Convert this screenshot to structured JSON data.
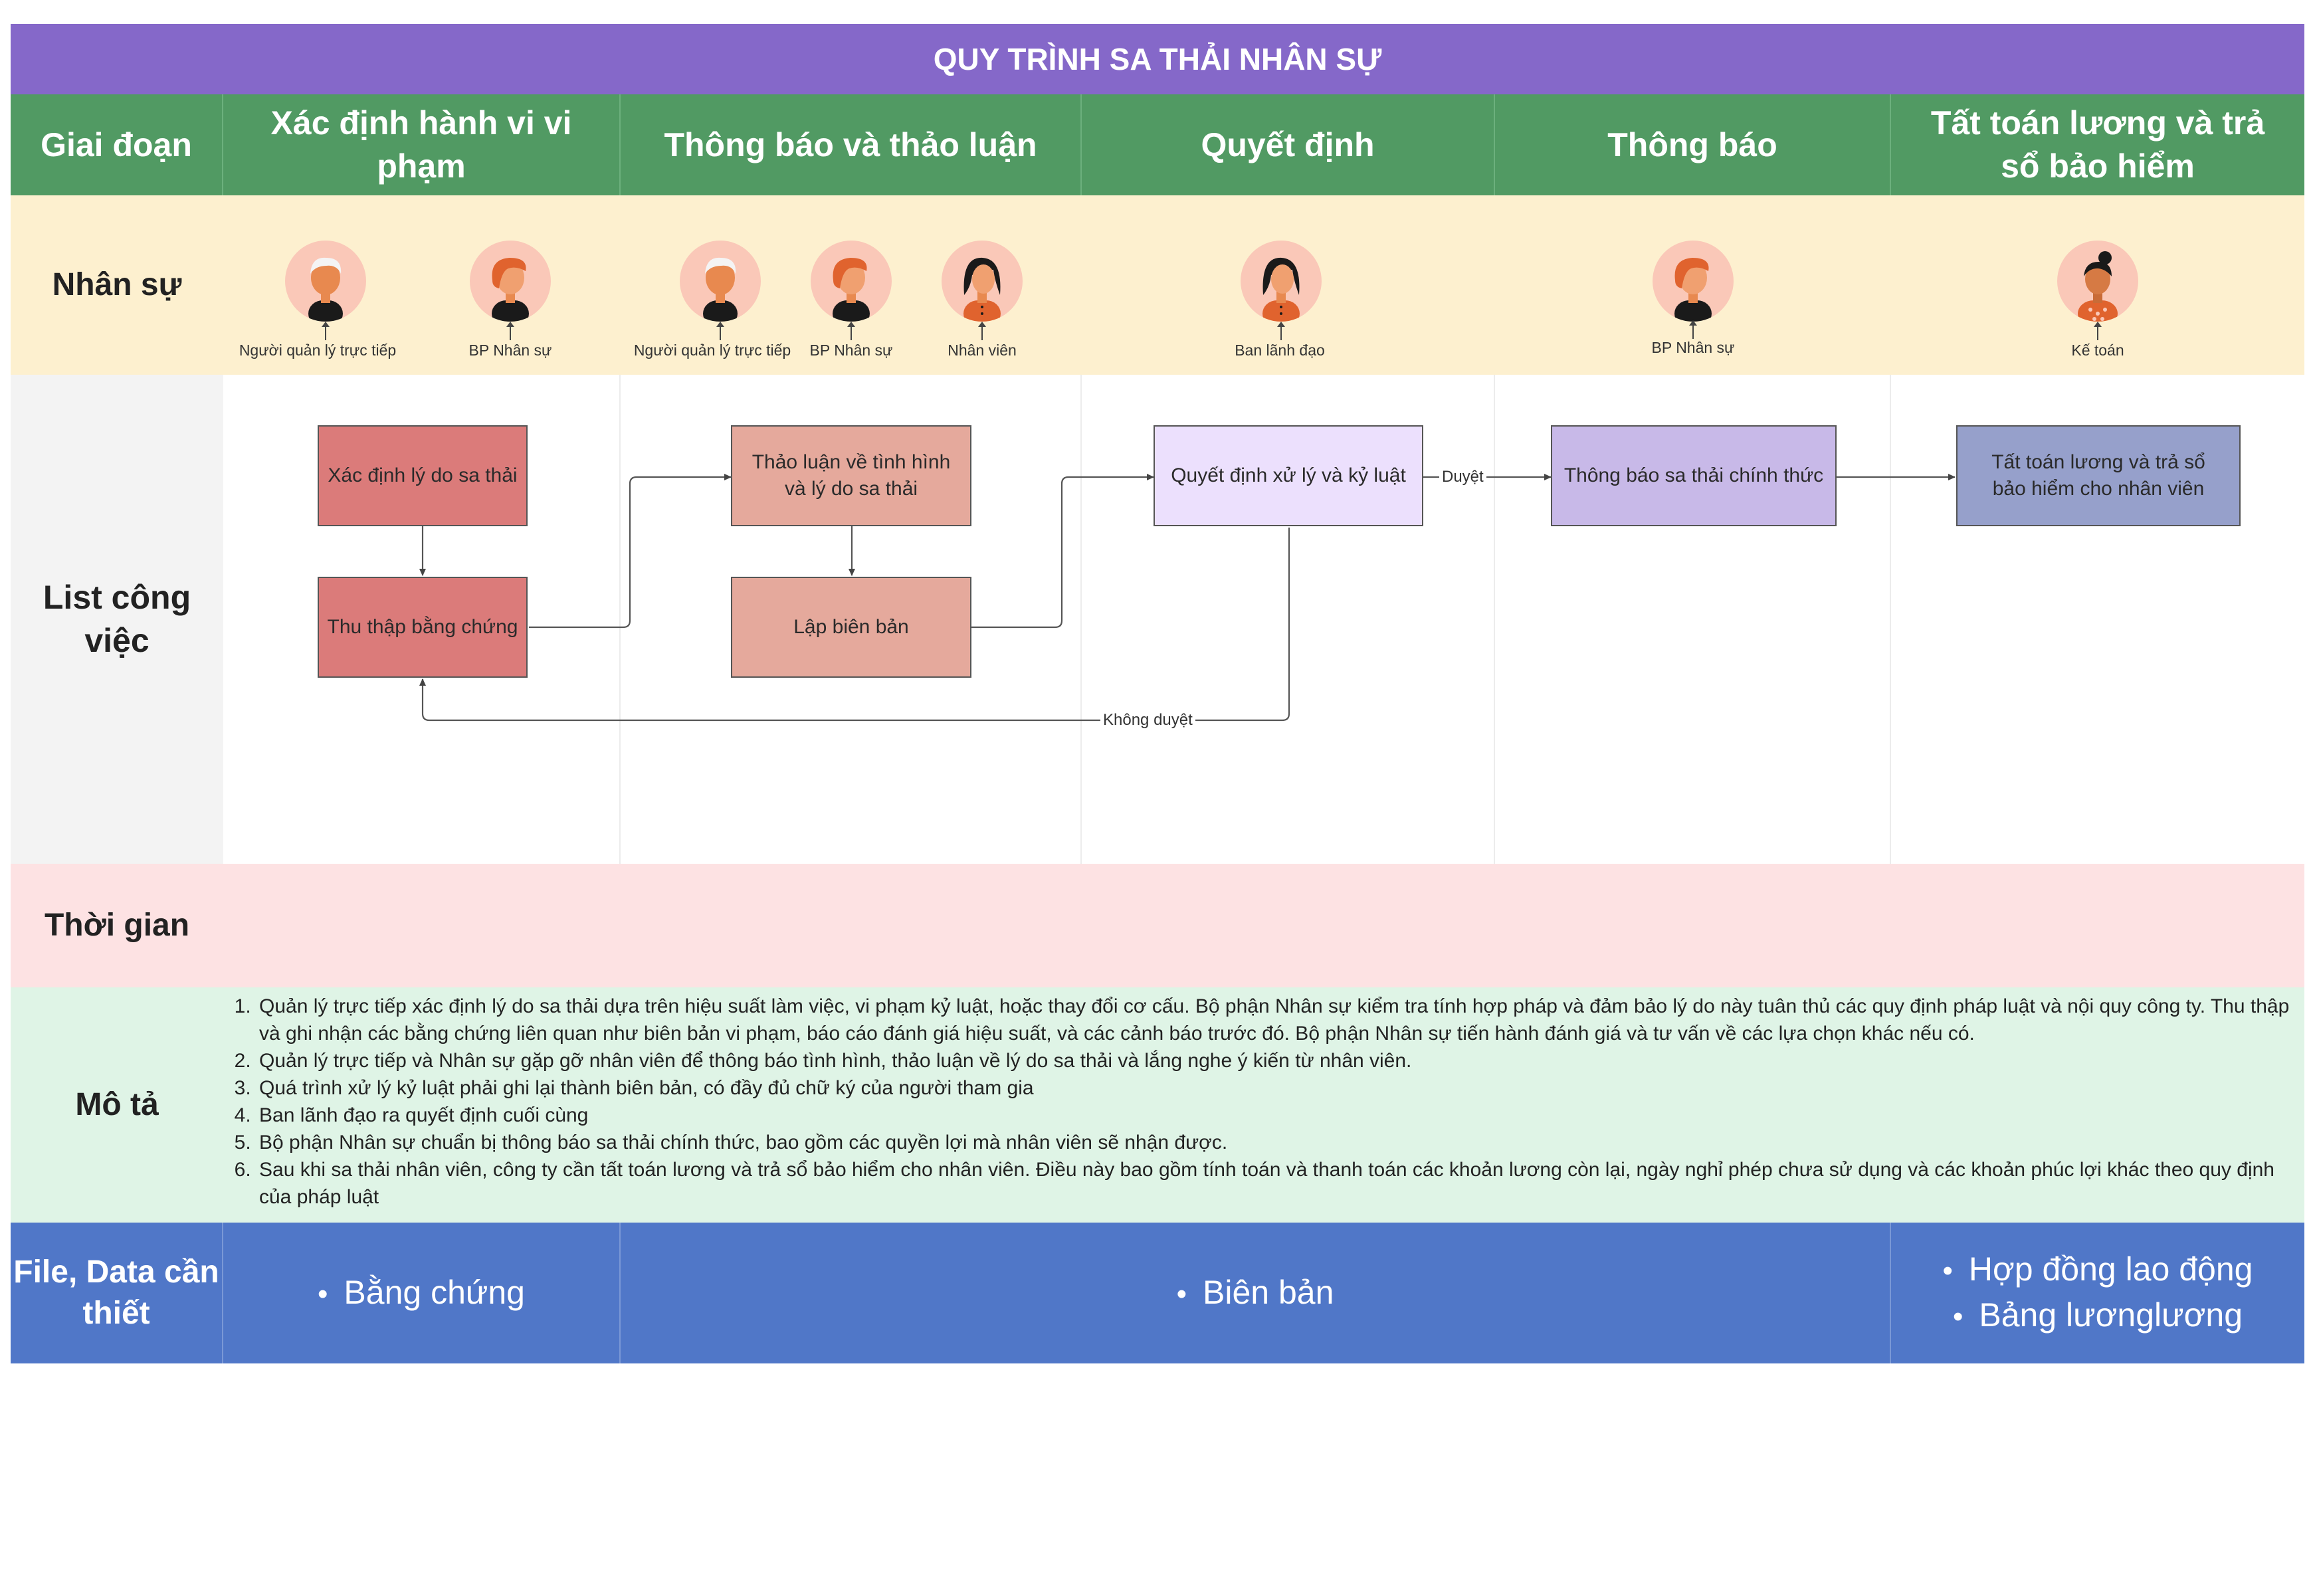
{
  "title": "QUY TRÌNH SA THẢI NHÂN SỰ",
  "colors": {
    "title_bg": "#8568c9",
    "header_bg": "#519a63",
    "staff_bg": "#fdf0cf",
    "time_bg": "#fde2e3",
    "desc_bg": "#dff4e6",
    "file_bg": "#5077c8"
  },
  "row_labels": {
    "stage": "Giai đoạn",
    "staff": "Nhân sự",
    "tasks": "List công việc",
    "time": "Thời gian",
    "description": "Mô tả",
    "files": "File, Data cần thiết"
  },
  "stages": [
    "Xác định hành vi vi phạm",
    "Thông báo và thảo luận",
    "Quyết định",
    "Thông báo",
    "Tất toán lương và trả sổ bảo hiểm"
  ],
  "staff": [
    {
      "name": "Người quản lý trực tiếp",
      "icon": "manager-avatar-icon"
    },
    {
      "name": "BP Nhân sự",
      "icon": "hr-avatar-icon"
    },
    {
      "name": "Người quản lý trực tiếp",
      "icon": "manager-avatar-icon"
    },
    {
      "name": "BP Nhân sự",
      "icon": "hr-avatar-icon"
    },
    {
      "name": "Nhân viên",
      "icon": "employee-avatar-icon"
    },
    {
      "name": "Ban lãnh đạo",
      "icon": "leadership-avatar-icon"
    },
    {
      "name": "BP Nhân sự",
      "icon": "hr-avatar-icon"
    },
    {
      "name": "Kế toán",
      "icon": "accountant-avatar-icon"
    }
  ],
  "tasks": [
    {
      "label": "Xác định lý do sa thải",
      "color": "#db7b7a"
    },
    {
      "label": "Thu thập bằng chứng",
      "color": "#db7b7a"
    },
    {
      "label": "Thảo luận về tình hình và lý do sa thải",
      "color": "#e5a99c"
    },
    {
      "label": "Lập biên bản",
      "color": "#e5a99c"
    },
    {
      "label": "Quyết định xử lý và kỷ luật",
      "color": "#ece0fd"
    },
    {
      "label": "Thông báo sa thải chính thức",
      "color": "#c8b9e8"
    },
    {
      "label": "Tất toán lương và trả sổ bảo hiểm cho nhân viên",
      "color": "#96a0cb"
    }
  ],
  "edges": {
    "approve": "Duyệt",
    "reject": "Không duyệt"
  },
  "description": [
    "Quản lý trực tiếp xác định lý do sa thải dựa trên hiệu suất làm việc, vi phạm kỷ luật, hoặc thay đổi cơ cấu. Bộ phận Nhân sự kiểm tra tính hợp pháp và đảm bảo lý do này tuân thủ các quy định pháp luật và nội quy công ty. Thu thập và ghi nhận các bằng chứng liên quan như biên bản vi phạm, báo cáo đánh giá hiệu suất, và các cảnh báo trước đó. Bộ phận Nhân sự tiến hành đánh giá và tư vấn về các lựa chọn khác nếu có.",
    "Quản lý trực tiếp và Nhân sự gặp gỡ nhân viên để thông báo tình hình, thảo luận về lý do sa thải và lắng nghe ý kiến từ nhân viên.",
    "Quá trình xử lý kỷ luật phải ghi lại thành biên bản, có đầy đủ chữ ký của người tham gia",
    "Ban lãnh đạo ra quyết định cuối cùng",
    "Bộ phận Nhân sự chuẩn bị thông báo sa thải chính thức, bao gồm các quyền lợi mà nhân viên sẽ nhận được.",
    "Sau khi sa thải nhân viên, công ty cần tất toán lương và trả sổ bảo hiểm cho nhân viên. Điều này bao gồm tính toán và thanh toán các khoản lương còn lại, ngày nghỉ phép chưa sử dụng và các khoản phúc lợi khác theo quy định của pháp luật"
  ],
  "files": {
    "col1": [
      "Bằng chứng"
    ],
    "col2": [
      "Biên bản"
    ],
    "col3": [
      "Hợp đồng lao động",
      "Bảng lươnglương"
    ]
  }
}
